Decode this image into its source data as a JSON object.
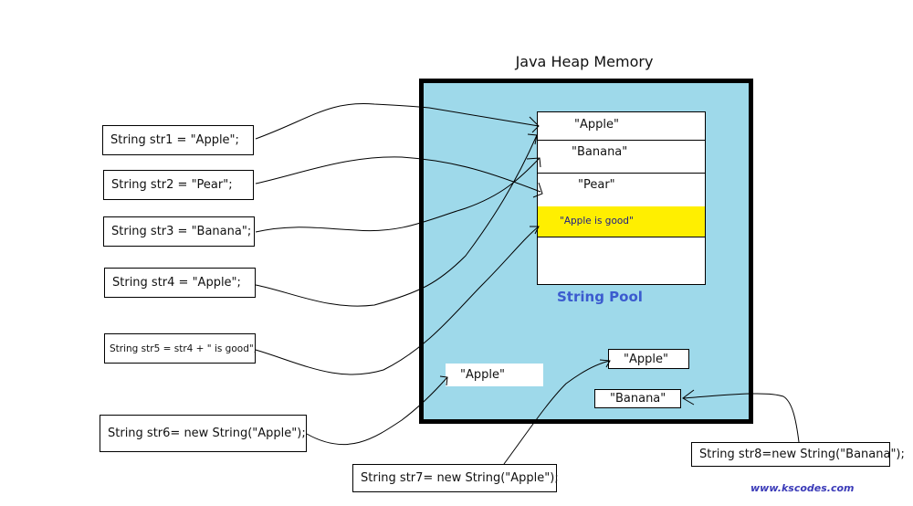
{
  "title": "Java Heap Memory",
  "declarations": [
    {
      "id": "str1",
      "code": "String str1 = \"Apple\";"
    },
    {
      "id": "str2",
      "code": "String str2 = \"Pear\";"
    },
    {
      "id": "str3",
      "code": "String str3 = \"Banana\";"
    },
    {
      "id": "str4",
      "code": "String str4 = \"Apple\";"
    },
    {
      "id": "str5",
      "code": "String str5 = str4 + \" is good\";"
    },
    {
      "id": "str6",
      "code": "String str6= new String(\"Apple\");"
    },
    {
      "id": "str7",
      "code": "String str7= new String(\"Apple\");"
    },
    {
      "id": "str8",
      "code": "String str8=new String(\"Banana\");"
    }
  ],
  "string_pool": {
    "label": "String Pool",
    "entries": [
      "\"Apple\"",
      "\"Banana\"",
      "\"Pear\"",
      "\"Apple is good\""
    ],
    "highlighted_entry": 3,
    "highlight_color": "#ffef00"
  },
  "heap_objects": [
    {
      "id": "obj6",
      "value": "\"Apple\""
    },
    {
      "id": "obj7",
      "value": "\"Apple\""
    },
    {
      "id": "obj8",
      "value": "\"Banana\""
    }
  ],
  "references": [
    {
      "from": "str1",
      "to": "pool:Apple"
    },
    {
      "from": "str2",
      "to": "pool:Pear"
    },
    {
      "from": "str3",
      "to": "pool:Banana"
    },
    {
      "from": "str4",
      "to": "pool:Apple"
    },
    {
      "from": "str5",
      "to": "pool:Apple is good"
    },
    {
      "from": "str6",
      "to": "obj6"
    },
    {
      "from": "str7",
      "to": "obj7"
    },
    {
      "from": "str8",
      "to": "obj8"
    }
  ],
  "colors": {
    "heap_background": "#9ed9ea",
    "pool_label": "#3b5bcf",
    "credit": "#3a3ab8"
  },
  "credit": "www.kscodes.com"
}
